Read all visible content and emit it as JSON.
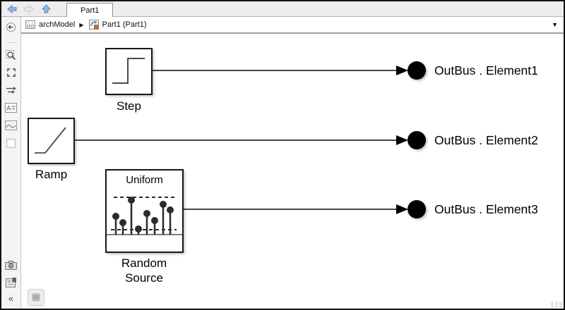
{
  "tab_bar": {
    "tabs": [
      {
        "label": "Part1",
        "active": true
      }
    ],
    "nav_icons": [
      {
        "name": "back-arrow-icon",
        "enabled": true
      },
      {
        "name": "forward-arrow-icon",
        "enabled": false
      },
      {
        "name": "up-arrow-icon",
        "enabled": true
      }
    ]
  },
  "breadcrumb": {
    "model": {
      "icon": "model-icon",
      "label": "archModel"
    },
    "component": {
      "icon": "component-icon",
      "label": "Part1 (Part1)"
    },
    "separator": "▶",
    "dropdown_glyph": "▼"
  },
  "left_toolbar": {
    "top_icons": [
      "collapse-browser-icon",
      "zoom-region-icon",
      "fit-to-view-icon",
      "route-lines-icon",
      "annotation-icon",
      "image-icon",
      "viewmark-icon"
    ],
    "bottom_icons": [
      "screenshot-icon",
      "bookmark-icon",
      "collapse-rail-icon"
    ],
    "collapse_glyph": "«"
  },
  "canvas": {
    "blocks": [
      {
        "label": "Step",
        "type": "step"
      },
      {
        "label": "Ramp",
        "type": "ramp"
      },
      {
        "label": "Random Source",
        "type": "random",
        "inner_label": "Uniform"
      }
    ],
    "ports": [
      {
        "label": "OutBus . Element1"
      },
      {
        "label": "OutBus . Element2"
      },
      {
        "label": "OutBus . Element3"
      }
    ]
  },
  "colors": {
    "wire": "#474747",
    "block_border": "#161616",
    "accent_blue": "#8fb8e6",
    "rail_bg": "#f4f4f4"
  }
}
